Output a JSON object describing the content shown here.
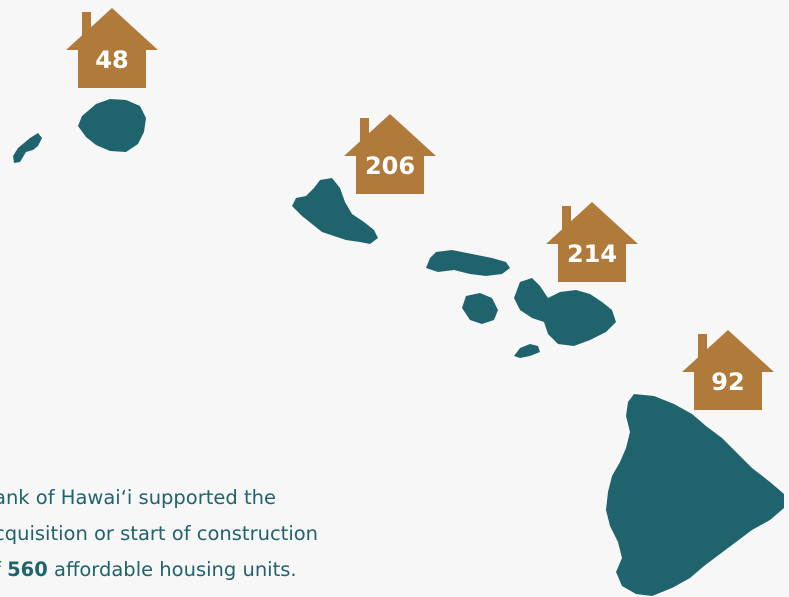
{
  "colors": {
    "background": "#f7f7f7",
    "island": "#1f636c",
    "house": "#b07a3a",
    "house_text": "#ffffff",
    "caption_text": "#1f636c"
  },
  "islands": [
    "niihau",
    "kauai",
    "oahu",
    "molokai",
    "lanai",
    "maui",
    "kahoolawe",
    "hawaii"
  ],
  "markers": [
    {
      "island": "kauai",
      "value": "48",
      "icon": "house-icon"
    },
    {
      "island": "oahu",
      "value": "206",
      "icon": "house-icon"
    },
    {
      "island": "maui",
      "value": "214",
      "icon": "house-icon"
    },
    {
      "island": "hawaii",
      "value": "92",
      "icon": "house-icon"
    }
  ],
  "caption": {
    "line1": "ank of Hawaiʻi supported the",
    "line2": "cquisition or start of construction",
    "line3_before": "f ",
    "line3_total": "560",
    "line3_after": " affordable housing units."
  }
}
